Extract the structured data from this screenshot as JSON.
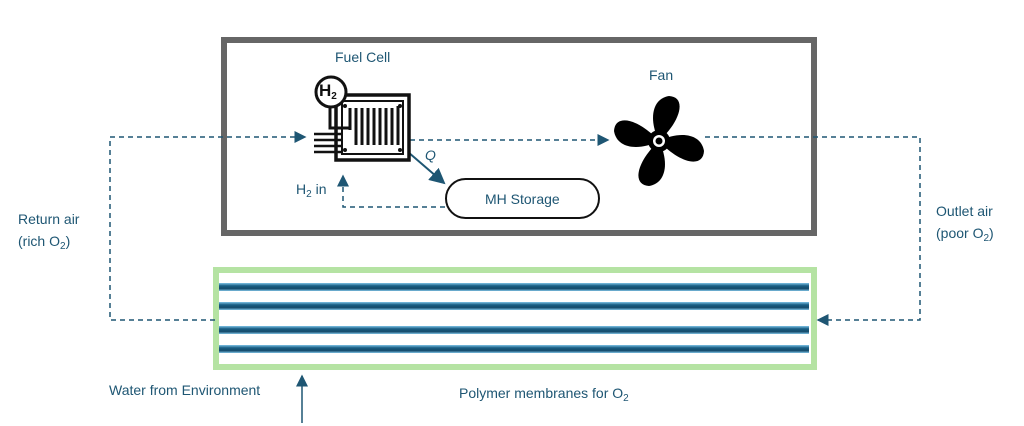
{
  "labels": {
    "fuel_cell": "Fuel Cell",
    "fan": "Fan",
    "q": "Q",
    "h2_in": {
      "main": "H",
      "sub": "2",
      "rest": " in"
    },
    "h2_icon": {
      "main": "H",
      "sub": "2"
    },
    "mh_storage": "MH Storage",
    "return_air": {
      "line1": "Return air",
      "line2_pre": "(rich O",
      "line2_sub": "2",
      "line2_post": ")"
    },
    "outlet_air": {
      "line1": "Outlet air",
      "line2_pre": "(poor O",
      "line2_sub": "2",
      "line2_post": ")"
    },
    "water": "Water from Environment",
    "membranes": {
      "pre": "Polymer membranes for O",
      "sub": "2"
    }
  },
  "colors": {
    "flow": "#1e5673",
    "enclosure": "#666666",
    "membrane_frame": "#b5e3a3",
    "membrane_tube": "#1a5f85"
  }
}
